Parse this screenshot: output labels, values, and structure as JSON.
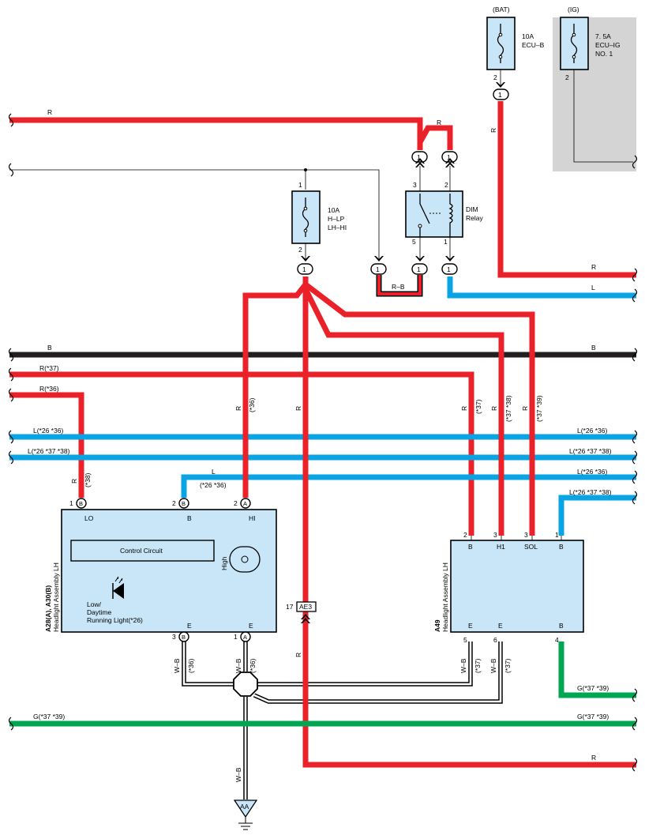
{
  "colors": {
    "red": "#ea2128",
    "blue": "#0aa4e4",
    "black": "#231f20",
    "green": "#00a651",
    "component_fill": "#c8e6f7",
    "ig_panel": "#d4d4d4"
  },
  "fuses": {
    "bat": {
      "group": "(BAT)",
      "amp": "10A",
      "name": "ECU–B",
      "pin": "2",
      "conn": "1"
    },
    "ig": {
      "group": "(IG)",
      "amp": "7. 5A",
      "name1": "ECU–IG",
      "name2": "NO. 1",
      "pin": "2"
    },
    "hlp": {
      "amp": "10A",
      "name1": "H–LP",
      "name2": "LH–HI",
      "pin_in": "1",
      "pin_out": "2",
      "conn": "1"
    }
  },
  "relay": {
    "name1": "DIM",
    "name2": "Relay",
    "pin3": "3",
    "pin2": "2",
    "pin5": "5",
    "pin1": "1",
    "conn": "1"
  },
  "wires": {
    "r": "R",
    "l": "L",
    "b": "B",
    "rb": "R–B",
    "r37": "R(*37)",
    "r36": "R(*36)",
    "l2636": "L(*26 *36)",
    "l263738": "L(*26 *37 *38)",
    "l36": "L(*26 *36)",
    "l3738": "L(*26 *37 *38)",
    "wb": "W–B",
    "g3739": "G(*37 *39)",
    "note36": "(*36)",
    "note37": "(*37)",
    "note3738": "(*37 *38)",
    "note3739": "(*37 *39)",
    "note2636": "(*26 *36)",
    "note38": "(*38)"
  },
  "headlight_lh_a28": {
    "code": "A28(A), A30(B)",
    "title": "Headlight Assembly LH",
    "control_circuit": "Control Circuit",
    "high": "High",
    "low_1": "Low/",
    "low_2": "Daytime",
    "low_3": "Running Light(*26)",
    "pins": {
      "lo": {
        "num": "1",
        "conn": "B",
        "label": "LO"
      },
      "b": {
        "num": "2",
        "conn": "B",
        "label": "B"
      },
      "hi": {
        "num": "2",
        "conn": "A",
        "label": "HI"
      },
      "e1": {
        "num": "3",
        "conn": "B",
        "label": "E"
      },
      "e2": {
        "num": "1",
        "conn": "A",
        "label": "E"
      }
    }
  },
  "headlight_a49": {
    "code": "A49",
    "title": "Headlight Assembly LH",
    "pins_top": [
      {
        "num": "2",
        "label": "B"
      },
      {
        "num": "3",
        "label": "H1"
      },
      {
        "num": "3",
        "label": "SOL"
      },
      {
        "num": "1",
        "label": "B"
      }
    ],
    "pins_bottom": [
      {
        "num": "5",
        "label": "E"
      },
      {
        "num": "6",
        "label": "E"
      },
      {
        "num": "4",
        "label": "B"
      }
    ]
  },
  "junction": {
    "pin": "17",
    "name": "AE3"
  },
  "ground": {
    "name": "AA"
  }
}
